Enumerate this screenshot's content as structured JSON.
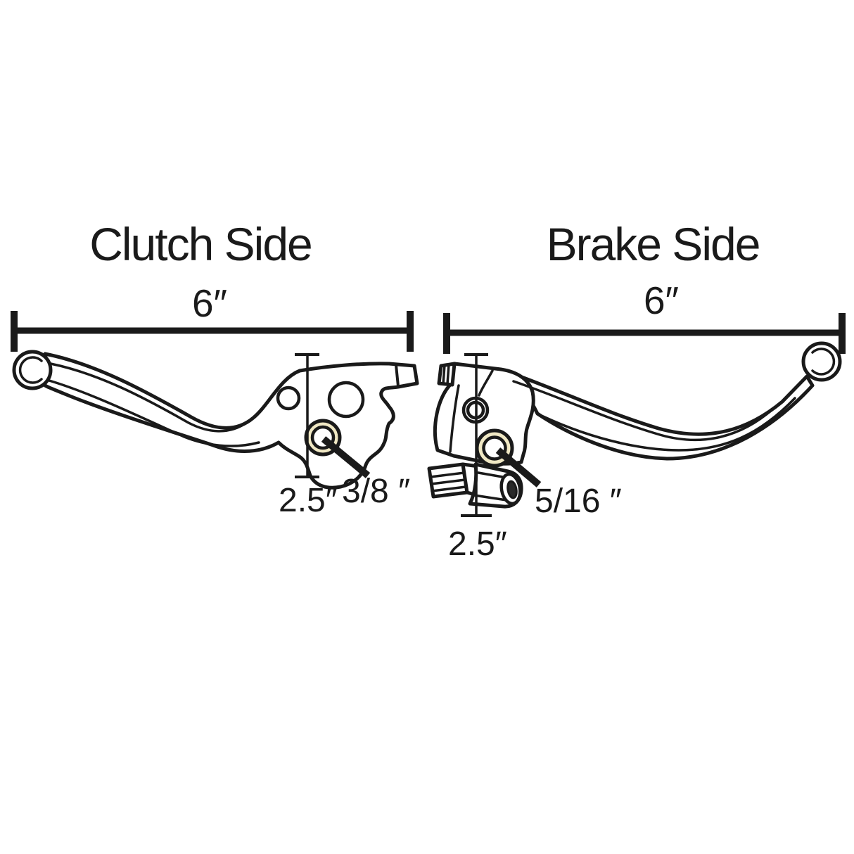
{
  "colors": {
    "line": "#1a1a1a",
    "bushing_fill": "#f0e8c4"
  },
  "clutch": {
    "title": "Clutch Side",
    "length_label": "6″",
    "pivot_height_label": "2.5″",
    "bushing_label": "3/8 ″"
  },
  "brake": {
    "title": "Brake Side",
    "length_label": "6″",
    "pivot_height_label": "2.5″",
    "bushing_label": "5/16 ″"
  }
}
